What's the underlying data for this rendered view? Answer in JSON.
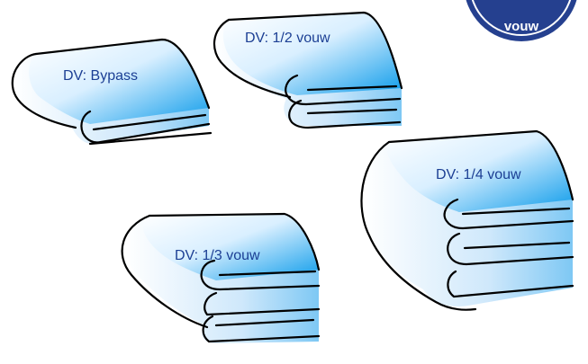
{
  "badge": {
    "text": "vouw"
  },
  "items": [
    {
      "label": "DV: Bypass"
    },
    {
      "label": "DV: 1/2 vouw"
    },
    {
      "label": "DV: 1/3 vouw"
    },
    {
      "label": "DV: 1/4 vouw"
    }
  ],
  "colors": {
    "fill_light": "#ffffff",
    "fill_blue": "#1aa3f0",
    "label_text": "#1c3f94",
    "badge_fill": "#25408f"
  }
}
